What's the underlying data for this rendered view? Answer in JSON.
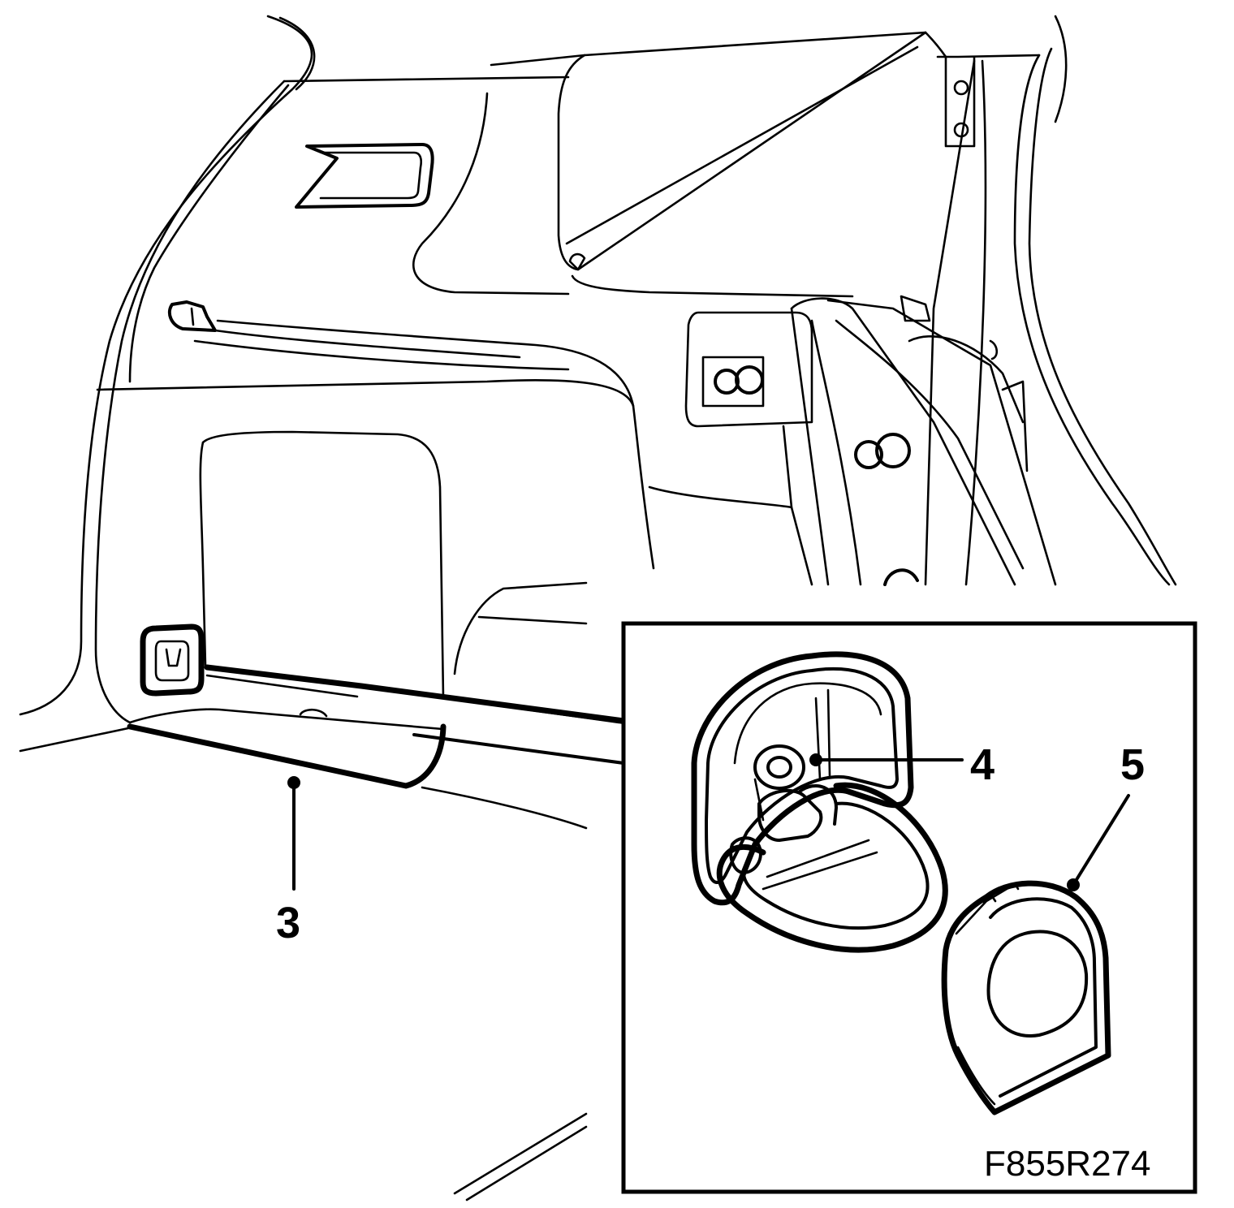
{
  "callouts": [
    {
      "id": "3",
      "label": "3"
    },
    {
      "id": "4",
      "label": "4"
    },
    {
      "id": "5",
      "label": "5"
    }
  ],
  "figure_code": "F855R274"
}
